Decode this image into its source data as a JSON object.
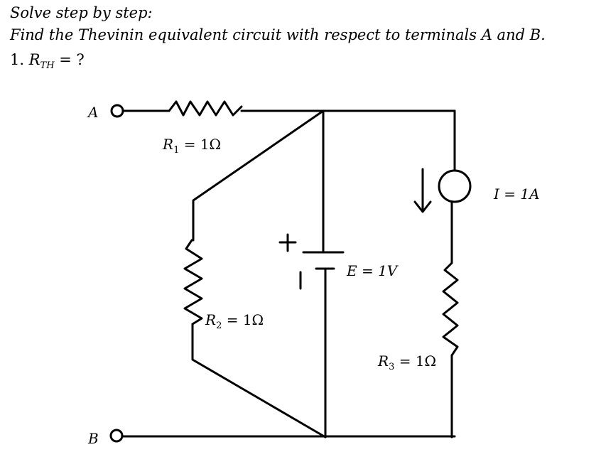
{
  "question": {
    "line1": "Solve step by step:",
    "line2": "Find the Thevinin equivalent circuit with respect to terminals A and B.",
    "line3_prefix": "1. ",
    "line3_symbol": "R",
    "line3_sub": "TH",
    "line3_suffix": " = ?"
  },
  "circuit": {
    "terminal_a": "A",
    "terminal_b": "B",
    "r1": {
      "sym": "R",
      "sub": "1",
      "val": " = 1Ω"
    },
    "r2": {
      "sym": "R",
      "sub": "2",
      "val": " = 1Ω"
    },
    "r3": {
      "sym": "R",
      "sub": "3",
      "val": " = 1Ω"
    },
    "source_e": "E = 1V",
    "source_i": "I = 1A",
    "plus": "+",
    "minus": "|"
  }
}
